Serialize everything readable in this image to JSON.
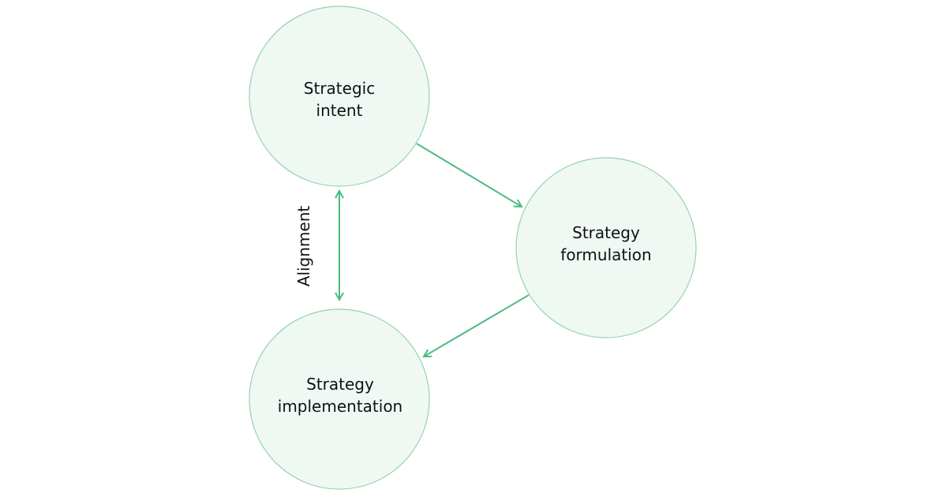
{
  "nodes": {
    "intent": {
      "line1": "Strategic",
      "line2": "intent"
    },
    "formulation": {
      "line1": "Strategy",
      "line2": "formulation"
    },
    "implementation": {
      "line1": "Strategy",
      "line2": "implementation"
    }
  },
  "edge_label": "Alignment",
  "colors": {
    "circle_fill": "#f0f8f3",
    "circle_stroke": "#93d4ab",
    "arrow": "#4dbb80"
  }
}
